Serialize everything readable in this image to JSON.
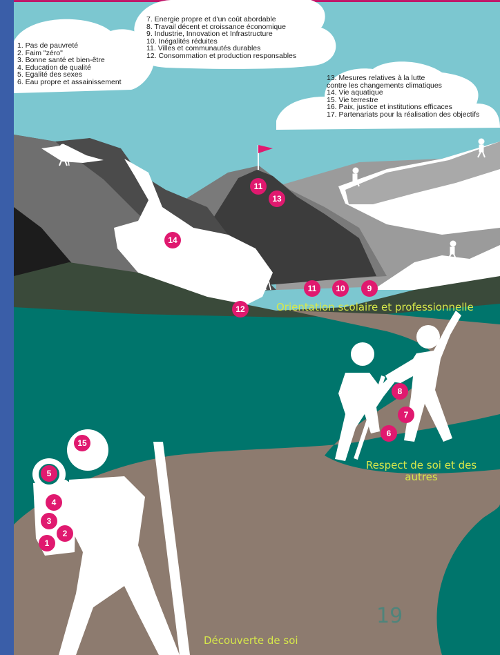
{
  "clouds": {
    "left": [
      "1. Pas de pauvreté",
      "2. Faim \"zéro\"",
      "3. Bonne santé et bien-être",
      "4. Education de qualité",
      "5. Egalité des sexes",
      "6. Eau propre et assainissement"
    ],
    "middle": [
      "7. Energie propre et d'un coût abordable",
      "8. Travail décent et croissance économique",
      "9. Industrie, Innovation et Infrastructure",
      "10. Inégalités réduites",
      "11. Villes et communautés durables",
      "12. Consommation et production responsables"
    ],
    "right": [
      "13. Mesures relatives à la lutte",
      "contre les changements climatiques",
      "14. Vie aquatique",
      "15. Vie terrestre",
      "16. Paix, justice et institutions efficaces",
      "17. Partenariats pour la réalisation des objectifs"
    ]
  },
  "labels": {
    "orientation": "Orientation scolaire et professionnelle",
    "respect_line1": "Respect de soi et des",
    "respect_line2": "autres",
    "decouverte": "Découverte de soi"
  },
  "badges": [
    "11",
    "13",
    "14",
    "11",
    "10",
    "9",
    "12",
    "8",
    "7",
    "6",
    "15",
    "5",
    "4",
    "3",
    "2",
    "1"
  ],
  "page_number": "19",
  "colors": {
    "badge": "#e0196f",
    "label": "#d7e84a",
    "sky": "#6fbcc8",
    "lake": "#007a70",
    "path": "#8d7b6f",
    "left_margin": "#3a5ea8"
  }
}
